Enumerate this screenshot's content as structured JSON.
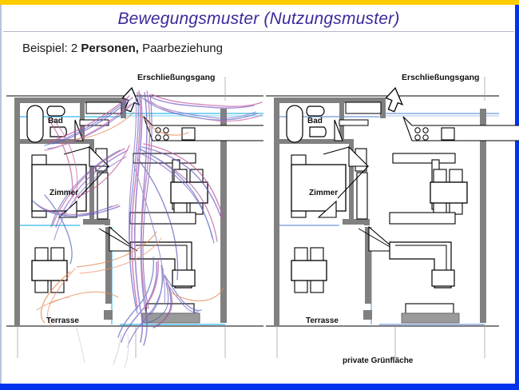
{
  "slide": {
    "title": "Bewegungsmuster (Nutzungsmuster)",
    "subtitle_prefix": "Beispiel:  2 ",
    "subtitle_bold": "Personen,",
    "subtitle_suffix": " Paarbeziehung",
    "accent_top": "#ffcc00",
    "accent_bottom": "#0033ee",
    "title_color": "#3b2a9b"
  },
  "plans": [
    {
      "id": "left-plan-with-movement",
      "has_movement_paths": true,
      "labels": {
        "corridor": "Erschließungsgang",
        "bathroom": "Bad",
        "room": "Zimmer",
        "terrace": "Terrasse",
        "green": ""
      }
    },
    {
      "id": "right-plan-plain",
      "has_movement_paths": false,
      "labels": {
        "corridor": "Erschließungsgang",
        "bathroom": "Bad",
        "room": "Zimmer",
        "terrace": "Terrasse",
        "green": "private Grünfläche"
      }
    }
  ],
  "legend": {
    "path_colors": [
      "#7b5fc4",
      "#c2549c",
      "#5f6fc4",
      "#e0864f",
      "#b05c9a"
    ],
    "wall_color": "#808080",
    "glazing_color": "#55c6f0",
    "furniture_outline": "#000000"
  },
  "icons": {
    "entry_arrow": "down-arrow-icon",
    "stove": "stove-burners-icon",
    "sink": "sink-icon",
    "bathtub": "bathtub-icon",
    "toilet": "toilet-icon",
    "washbasin": "washbasin-icon"
  }
}
